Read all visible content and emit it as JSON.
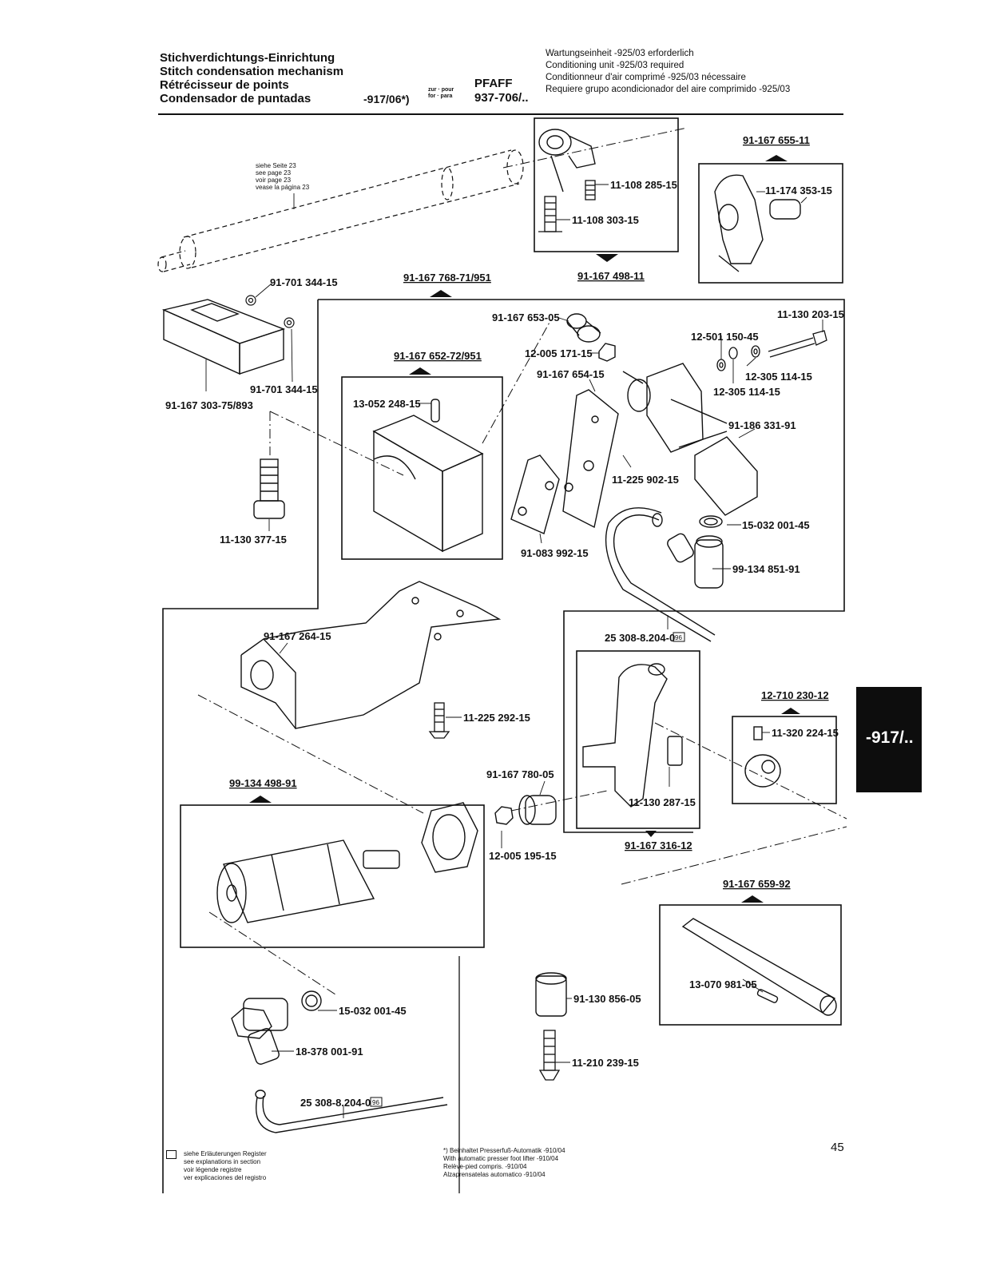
{
  "header": {
    "titles": [
      "Stichverdichtungs-Einrichtung",
      "Stitch condensation mechanism",
      "Rétrécisseur de points",
      "Condensador de puntadas"
    ],
    "model_ref": "-917/06*)",
    "for_label_1": "zur · pour",
    "for_label_2": "for · para",
    "brand": "PFAFF",
    "machine": "937-706/..",
    "notes": [
      "Wartungseinheit -925/03 erforderlich",
      "Conditioning unit -925/03 required",
      "Conditionneur d'air comprimé -925/03 nécessaire",
      "Requiere grupo acondicionador del aire comprimido -925/03"
    ]
  },
  "side_tab": "-917/..",
  "see_page": [
    "siehe Seite 23",
    "see page 23",
    "voir page 23",
    "vease la página 23"
  ],
  "assemblies": {
    "a1": "91-167 655-11",
    "a2": "91-167 498-11",
    "a3": "91-167 768-71/951",
    "a4": "91-167 652-72/951",
    "a5": "12-710 230-12",
    "a6": "99-134 498-91",
    "a7": "91-167 316-12",
    "a8": "91-167 659-92"
  },
  "parts": {
    "p01": "11-108 285-15",
    "p02": "11-108 303-15",
    "p03": "11-174 353-15",
    "p04": "91-701 344-15",
    "p05": "91-701 344-15",
    "p06": "91-167 303-75/893",
    "p07": "11-130 377-15",
    "p08": "13-052 248-15",
    "p09": "91-167 653-05",
    "p10": "12-005 171-15",
    "p11": "91-167 654-15",
    "p12": "11-130 203-15",
    "p13": "12-501 150-45",
    "p14": "12-305 114-15",
    "p15": "12-305 114-15",
    "p16": "91-186 331-91",
    "p17": "11-225 902-15",
    "p18": "91-083 992-15",
    "p19": "15-032 001-45",
    "p20": "99-134 851-91",
    "p21": "25 308-8.204-0",
    "p22": "91-167 264-15",
    "p23": "11-225 292-15",
    "p24": "11-320 224-15",
    "p25": "91-167 780-05",
    "p26": "12-005 195-15",
    "p27": "11-130 287-15",
    "p28": "13-070 981-05",
    "p29": "15-032 001-45",
    "p30": "18-378 001-91",
    "p31": "91-130 856-05",
    "p32": "11-210 239-15",
    "p33": "25 308-8.204-0"
  },
  "hose_code": "96",
  "footer": {
    "legend": [
      "siehe Erläuterungen Register",
      "see explanations in section",
      "voir légende registre",
      "ver explicaciones del registro"
    ],
    "footnote": [
      "*) Beinhaltet Presserfuß-Automatik -910/04",
      "With automatic presser foot lifter -910/04",
      "Relève-pied compris. -910/04",
      "Alzaprensatelas automatico -910/04"
    ],
    "page_number": "45"
  }
}
